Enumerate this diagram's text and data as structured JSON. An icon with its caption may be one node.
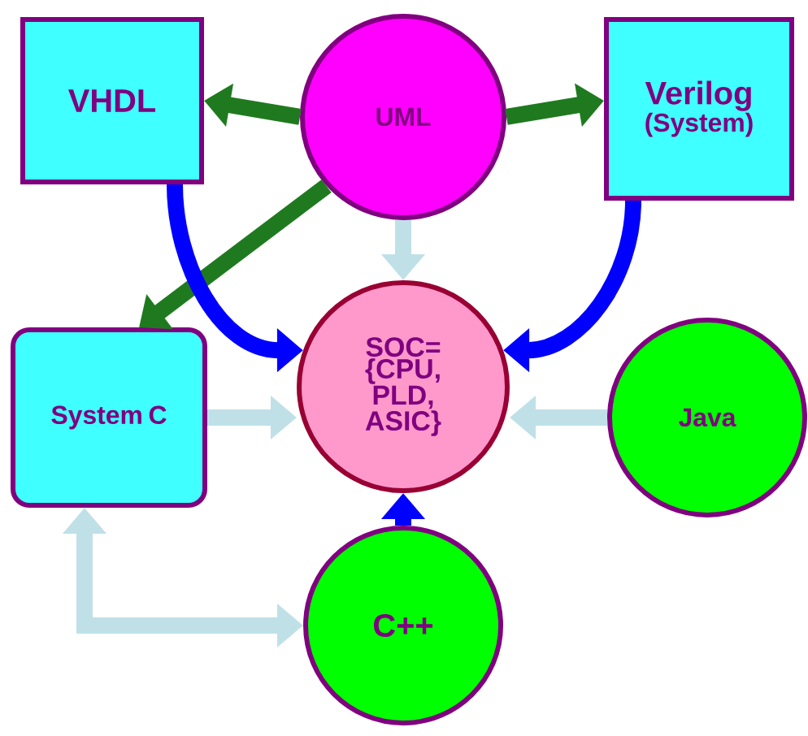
{
  "diagram": {
    "nodes": [
      {
        "text": [
          "VHDL"
        ]
      },
      {
        "text": [
          "UML"
        ]
      },
      {
        "text": [
          "Verilog",
          "(System)"
        ]
      },
      {
        "text": [
          "System C"
        ]
      },
      {
        "text": [
          "SOC= {CPU, PLD, ASIC}"
        ]
      },
      {
        "text": [
          "Java"
        ]
      },
      {
        "text": [
          "C++"
        ]
      }
    ],
    "edges": [
      {
        "from": 1,
        "to": 0,
        "arrow": "to",
        "color": "#1f7a1f"
      },
      {
        "from": 1,
        "to": 2,
        "arrow": "to",
        "color": "#1f7a1f"
      },
      {
        "from": 1,
        "to": 3,
        "arrow": "to",
        "color": "#1f7a1f"
      },
      {
        "from": 1,
        "to": 4,
        "arrow": "to",
        "color": "#c0e0e8"
      },
      {
        "from": 0,
        "to": 4,
        "arrow": "to",
        "color": "#0000ff"
      },
      {
        "from": 2,
        "to": 4,
        "arrow": "to",
        "color": "#0000ff"
      },
      {
        "from": 3,
        "to": 4,
        "arrow": "to",
        "color": "#c0e0e8"
      },
      {
        "from": 5,
        "to": 4,
        "arrow": "to",
        "color": "#c0e0e8"
      },
      {
        "from": 6,
        "to": 4,
        "arrow": "to",
        "color": "#0000ff"
      },
      {
        "from": 3,
        "to": 6,
        "arrow": "both",
        "color": "#c0e0e8"
      }
    ]
  }
}
